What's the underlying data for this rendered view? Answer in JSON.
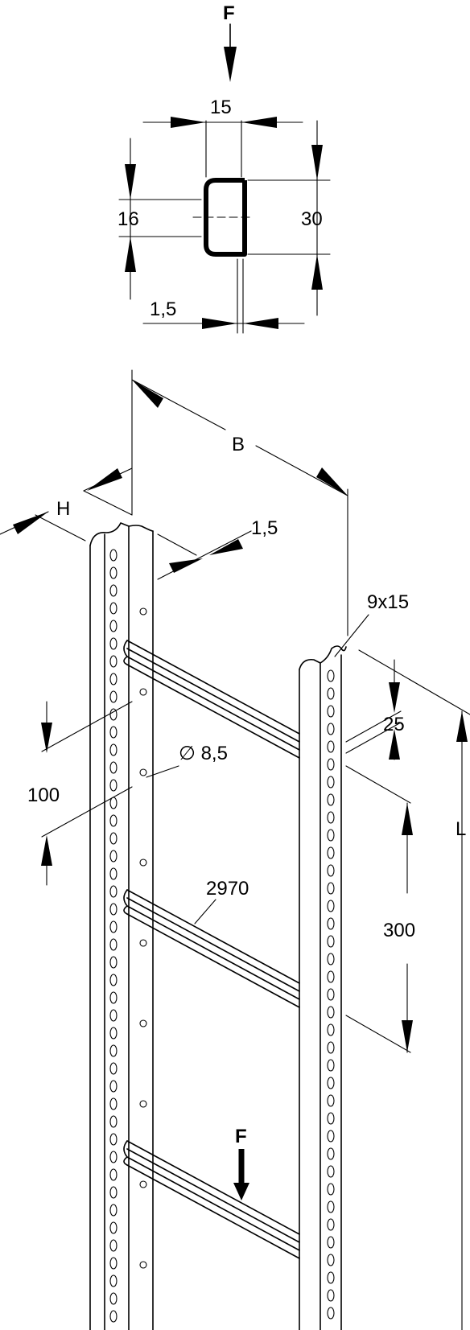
{
  "labels": {
    "force_top": "F",
    "dim_15": "15",
    "dim_16": "16",
    "dim_30": "30",
    "dim_1_5_section": "1,5",
    "dim_B": "B",
    "dim_H": "H",
    "dim_1_5_rail": "1,5",
    "dim_9x15": "9x15",
    "dim_25": "25",
    "dim_L": "L",
    "dim_dia_8_5": "∅ 8,5",
    "dim_100": "100",
    "dim_2970": "2970",
    "dim_300": "300",
    "force_rung": "F"
  }
}
